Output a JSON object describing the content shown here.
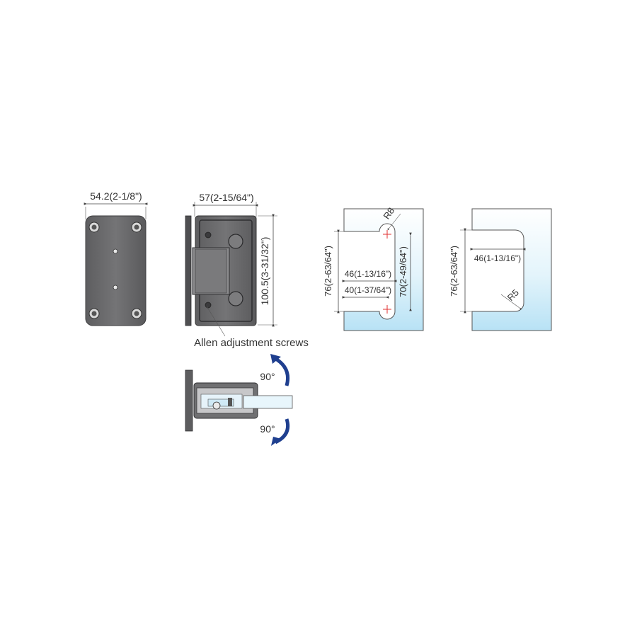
{
  "hinge_front": {
    "width_label": "54.2(2-1/8\")"
  },
  "hinge_side": {
    "depth_label": "57(2-15/64\")",
    "height_label": "100.5(3-31/32\")",
    "callout": "Allen adjustment screws"
  },
  "hinge_top": {
    "angle_up": "90°",
    "angle_down": "90°"
  },
  "glass_cutout_a": {
    "height_label": "76(2-63/64\")",
    "slot_length_label": "70(2-49/64\")",
    "radius_label": "R8",
    "depth_outer_label": "46(1-13/16\")",
    "depth_inner_label": "40(1-37/64\")"
  },
  "glass_cutout_b": {
    "height_label": "76(2-63/64\")",
    "depth_label": "46(1-13/16\")",
    "radius_label": "R5"
  },
  "colors": {
    "hinge_metal": "#6f6f71",
    "hinge_dark": "#4a4a4c",
    "glass_top": "#ffffff",
    "glass_bottom": "#bfe6f7",
    "arrow_blue": "#1f3f8f",
    "center_mark": "#e03030"
  }
}
